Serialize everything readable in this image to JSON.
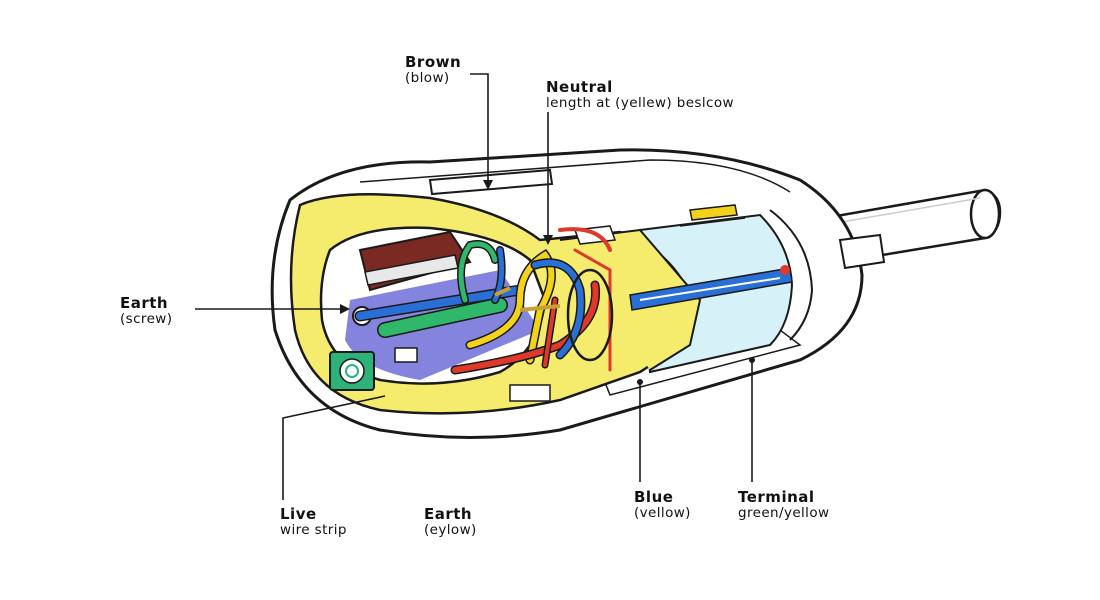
{
  "labels": {
    "brown": {
      "title": "Brown",
      "sub": "(blow)"
    },
    "neutral": {
      "title": "Neutral",
      "sub": "length at (yellew) beslcow"
    },
    "earth_screw": {
      "title": "Earth",
      "sub": "(screw)"
    },
    "live": {
      "title": "Live",
      "sub": "wire strip"
    },
    "earth_yellow": {
      "title": "Earth",
      "sub": "(eylow)"
    },
    "blue": {
      "title": "Blue",
      "sub": "(vellow)"
    },
    "terminal": {
      "title": "Terminal",
      "sub": "green/yellow"
    }
  },
  "colors": {
    "body": "#ffffff",
    "outline": "#1a1a1a",
    "insert": "#f5ec6e",
    "brown_wire": "#7a2a22",
    "blue_wire": "#2a6fd6",
    "green_wire": "#2fb86a",
    "yellow_wire": "#f2d21b",
    "red_wire": "#e0392b",
    "cavity": "#6f6fd8",
    "rear_panel": "#d6f1f7",
    "earth_block": "#2db37a"
  }
}
